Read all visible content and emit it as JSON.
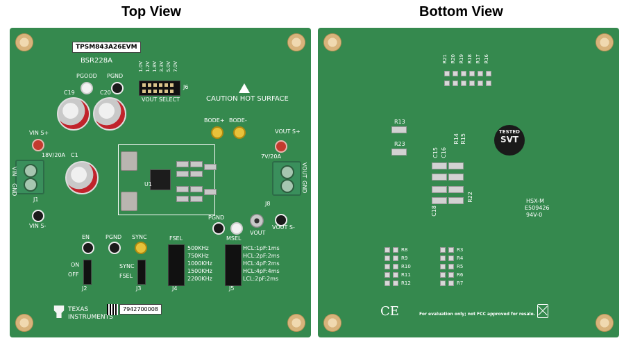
{
  "titles": {
    "top": "Top View",
    "bottom": "Bottom View"
  },
  "top_board": {
    "model_label": "TPSM843A26EVM",
    "board_id": "BSR228A",
    "pgood": "PGOOD",
    "pgnd_top": "PGND",
    "vout_levels": [
      "1.0V",
      "1.2V",
      "1.8V",
      "3.3V",
      "5.0V",
      "7.0V"
    ],
    "j6": "J6",
    "vout_select": "VOUT SELECT",
    "caution": "CAUTION HOT SURFACE",
    "c19": "C19",
    "c20": "C20",
    "c1": "C1",
    "vin_plus": "VIN S+",
    "vin_minus": "VIN S-",
    "vout_plus": "VOUT S+",
    "vout_minus": "VOUT S-",
    "bode_plus": "BODE+",
    "bode_minus": "BODE-",
    "rating_in": "18V/20A",
    "rating_out": "7V/20A",
    "j1": "J1",
    "j8": "J8",
    "gnd": "GND",
    "vin": "VIN",
    "vout": "VOUT",
    "u1": "U1",
    "pgnd_mid": "PGND",
    "vout_label": "VOUT",
    "en": "EN",
    "pgnd_low": "PGND",
    "sync": "SYNC",
    "on": "ON",
    "off": "OFF",
    "j2": "J2",
    "sync2": "SYNC",
    "fsel": "FSEL",
    "j3": "J3",
    "fsel_header": "FSEL",
    "freqs": [
      "500KHz",
      "750KHz",
      "1000KHz",
      "1500KHz",
      "2200KHz"
    ],
    "j4": "J4",
    "msel": "MSEL",
    "msel_opts": [
      "HCL:1pF:1ms",
      "HCL:2pF:2ms",
      "HCL:4pF:2ms",
      "HCL:4pF:4ms",
      "LCL:2pF:2ms"
    ],
    "j5": "J5",
    "serial": "7942700008",
    "ti_line1": "TEXAS",
    "ti_line2": "INSTRUMENTS"
  },
  "bottom_board": {
    "r_top": [
      "R21",
      "R20",
      "R19",
      "R18",
      "R17",
      "R16"
    ],
    "r13": "R13",
    "r23": "R23",
    "c15": "C15",
    "c16": "C16",
    "r14": "R14",
    "r15": "R15",
    "c18": "C18",
    "r22": "R22",
    "tested": "TESTED",
    "svt": "SVT",
    "hsx": "HSX-M",
    "e_no": "E509426",
    "ul": "94V-0",
    "r_left": [
      "R8",
      "R9",
      "R10",
      "R11",
      "R12"
    ],
    "r_right": [
      "R3",
      "R4",
      "R5",
      "R6",
      "R7"
    ],
    "ce": "CE",
    "note": "For evaluation only; not FCC approved for resale."
  }
}
